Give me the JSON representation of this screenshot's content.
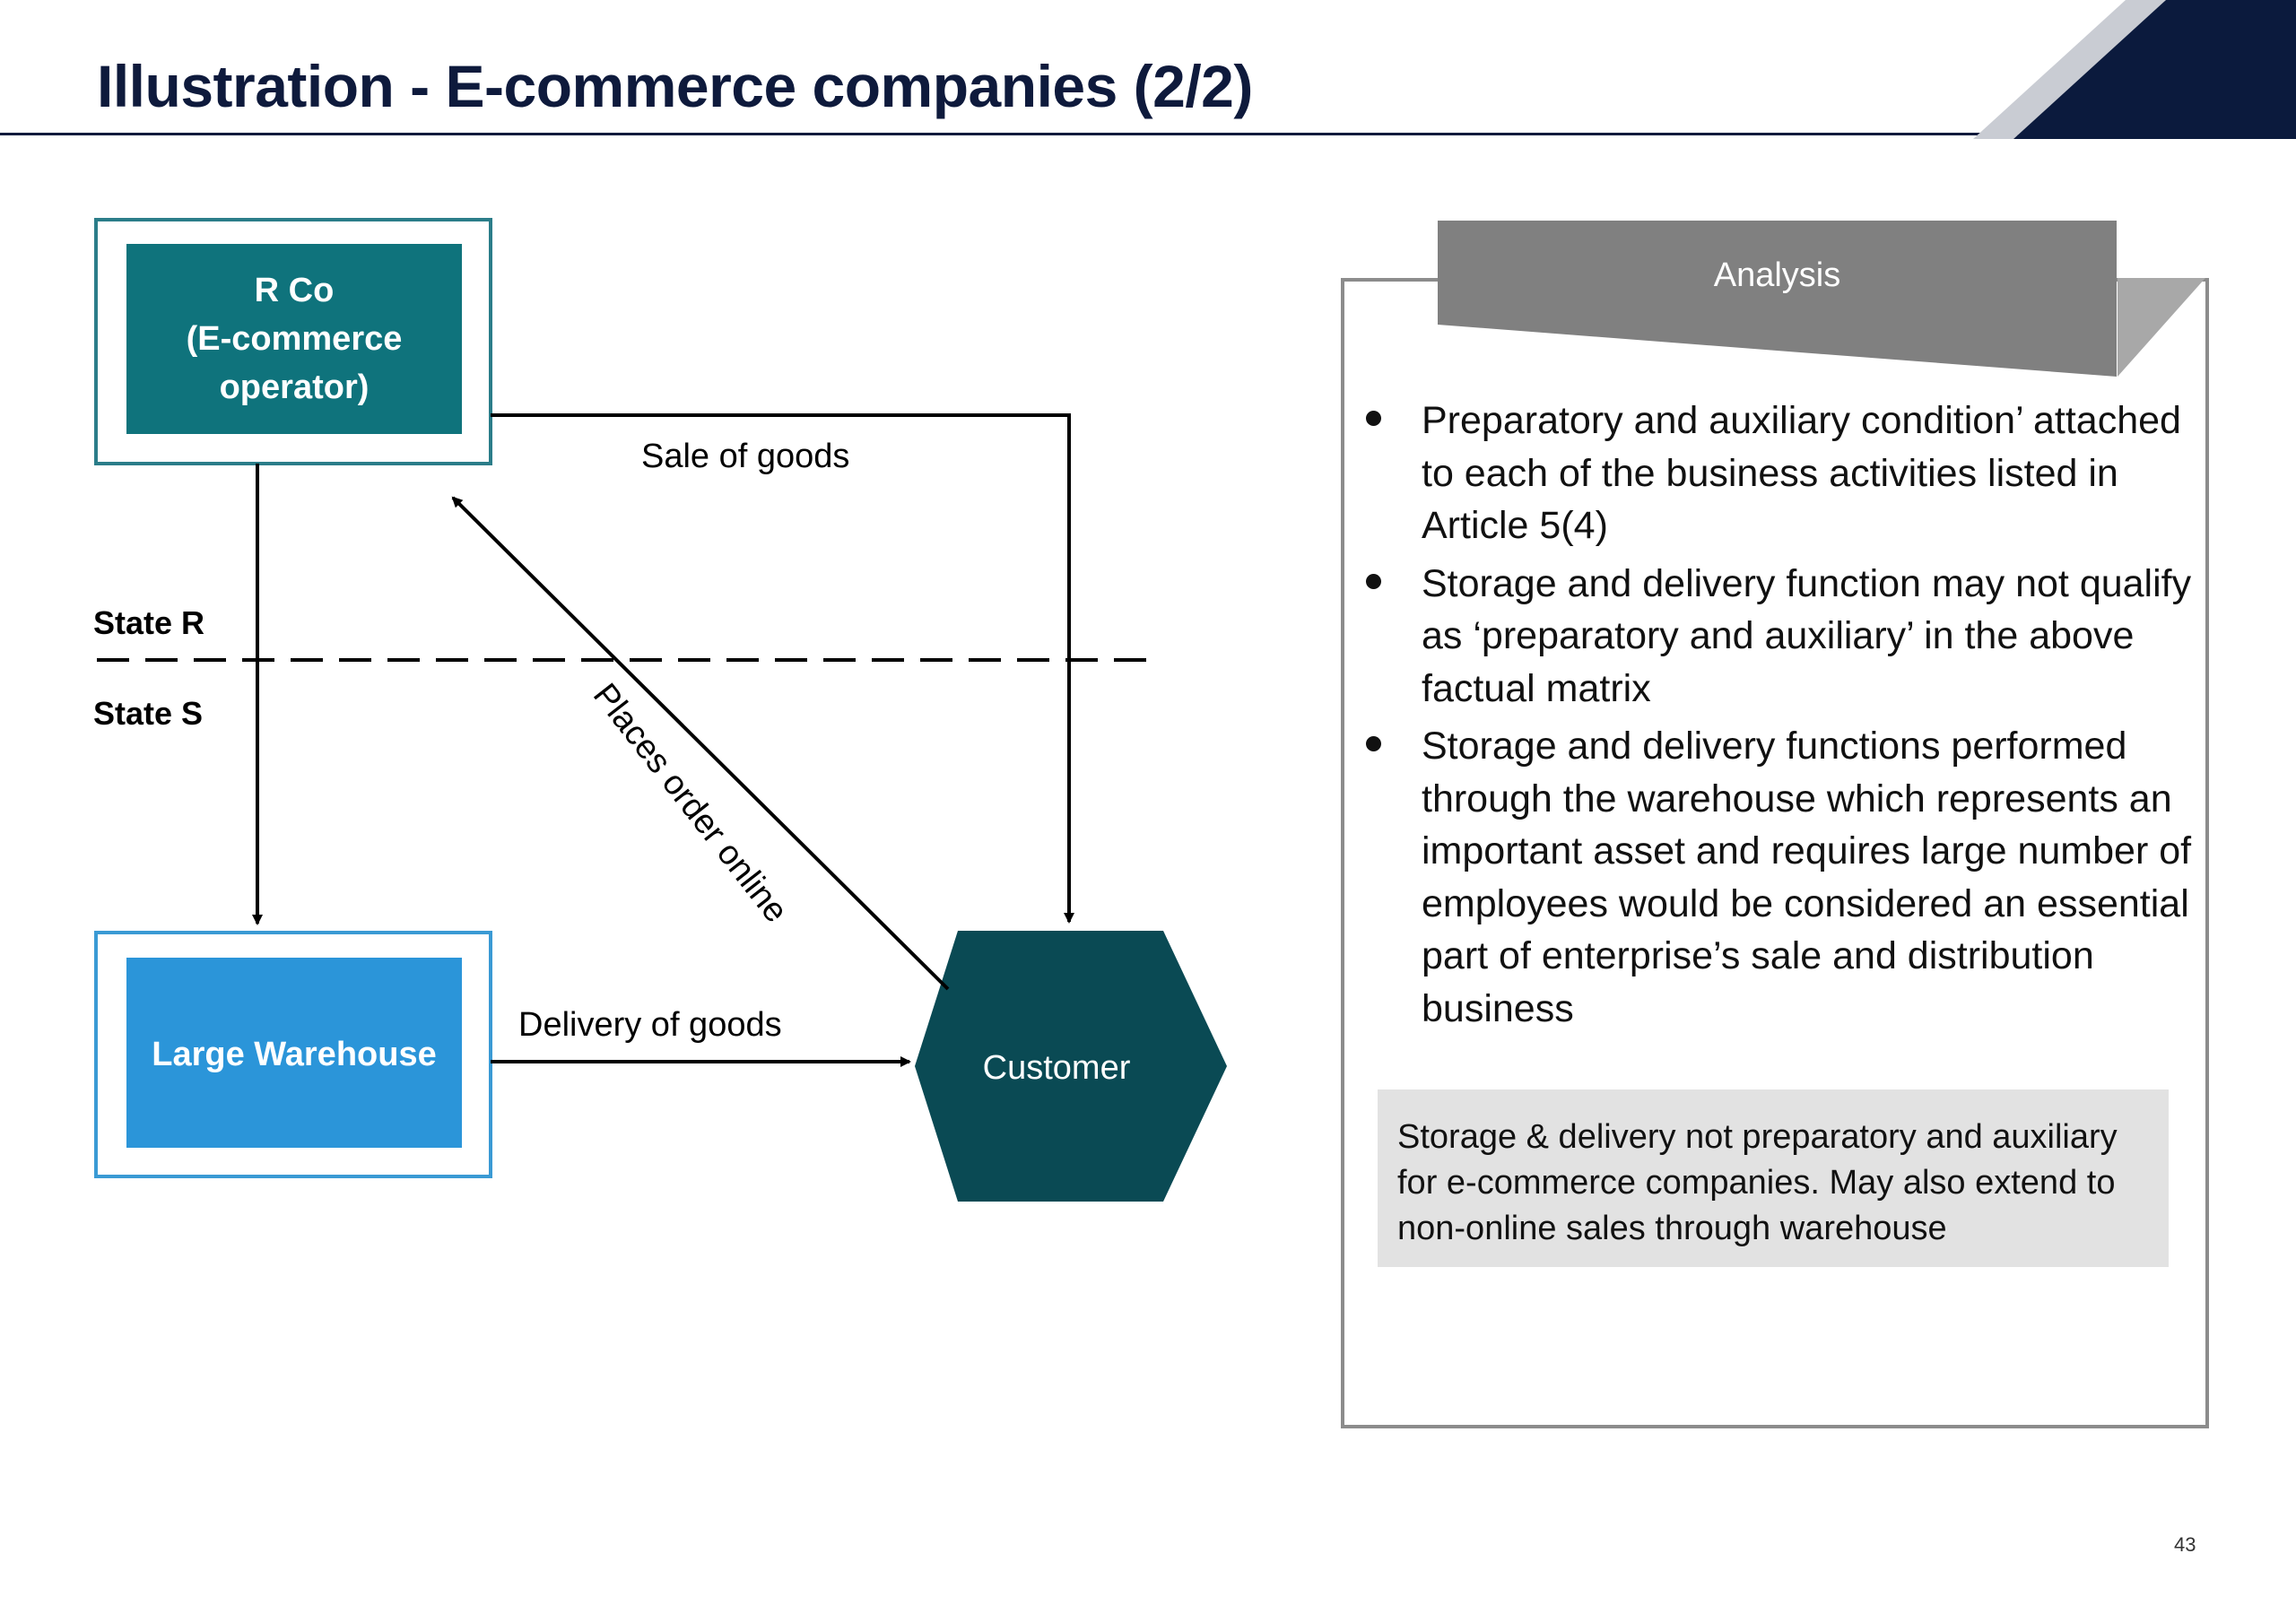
{
  "header": {
    "title": "Illustration - E-commerce companies (2/2)",
    "accent_color": "#0e1a3c"
  },
  "diagram": {
    "rco_lines": [
      "R Co",
      "(E-commerce",
      "operator)"
    ],
    "warehouse_label": "Large Warehouse",
    "customer_label": "Customer",
    "state_r_label": "State R",
    "state_s_label": "State S",
    "sale_label": "Sale of goods",
    "order_label": "Places order online",
    "delivery_label": "Delivery of goods",
    "colors": {
      "rco_fill": "#0f737c",
      "rco_border": "#2b7d89",
      "warehouse_fill": "#2b95d9",
      "warehouse_border": "#3a9ad4",
      "customer_fill": "#0a4a54"
    }
  },
  "analysis": {
    "tab_label": "Analysis",
    "bullets": [
      "Preparatory and auxiliary condition’ attached to each of the business activities listed in Article 5(4)",
      "Storage and delivery function may not qualify as ‘preparatory and auxiliary’ in the above factual matrix",
      "Storage and delivery functions performed through the warehouse  which represents an important asset and requires large number of employees would be considered an essential part of enterprise’s sale and distribution business"
    ],
    "conclusion": "Storage & delivery not preparatory and auxiliary for e-commerce companies. May also extend to non-online sales through warehouse"
  },
  "footer": {
    "page_number": "43"
  }
}
